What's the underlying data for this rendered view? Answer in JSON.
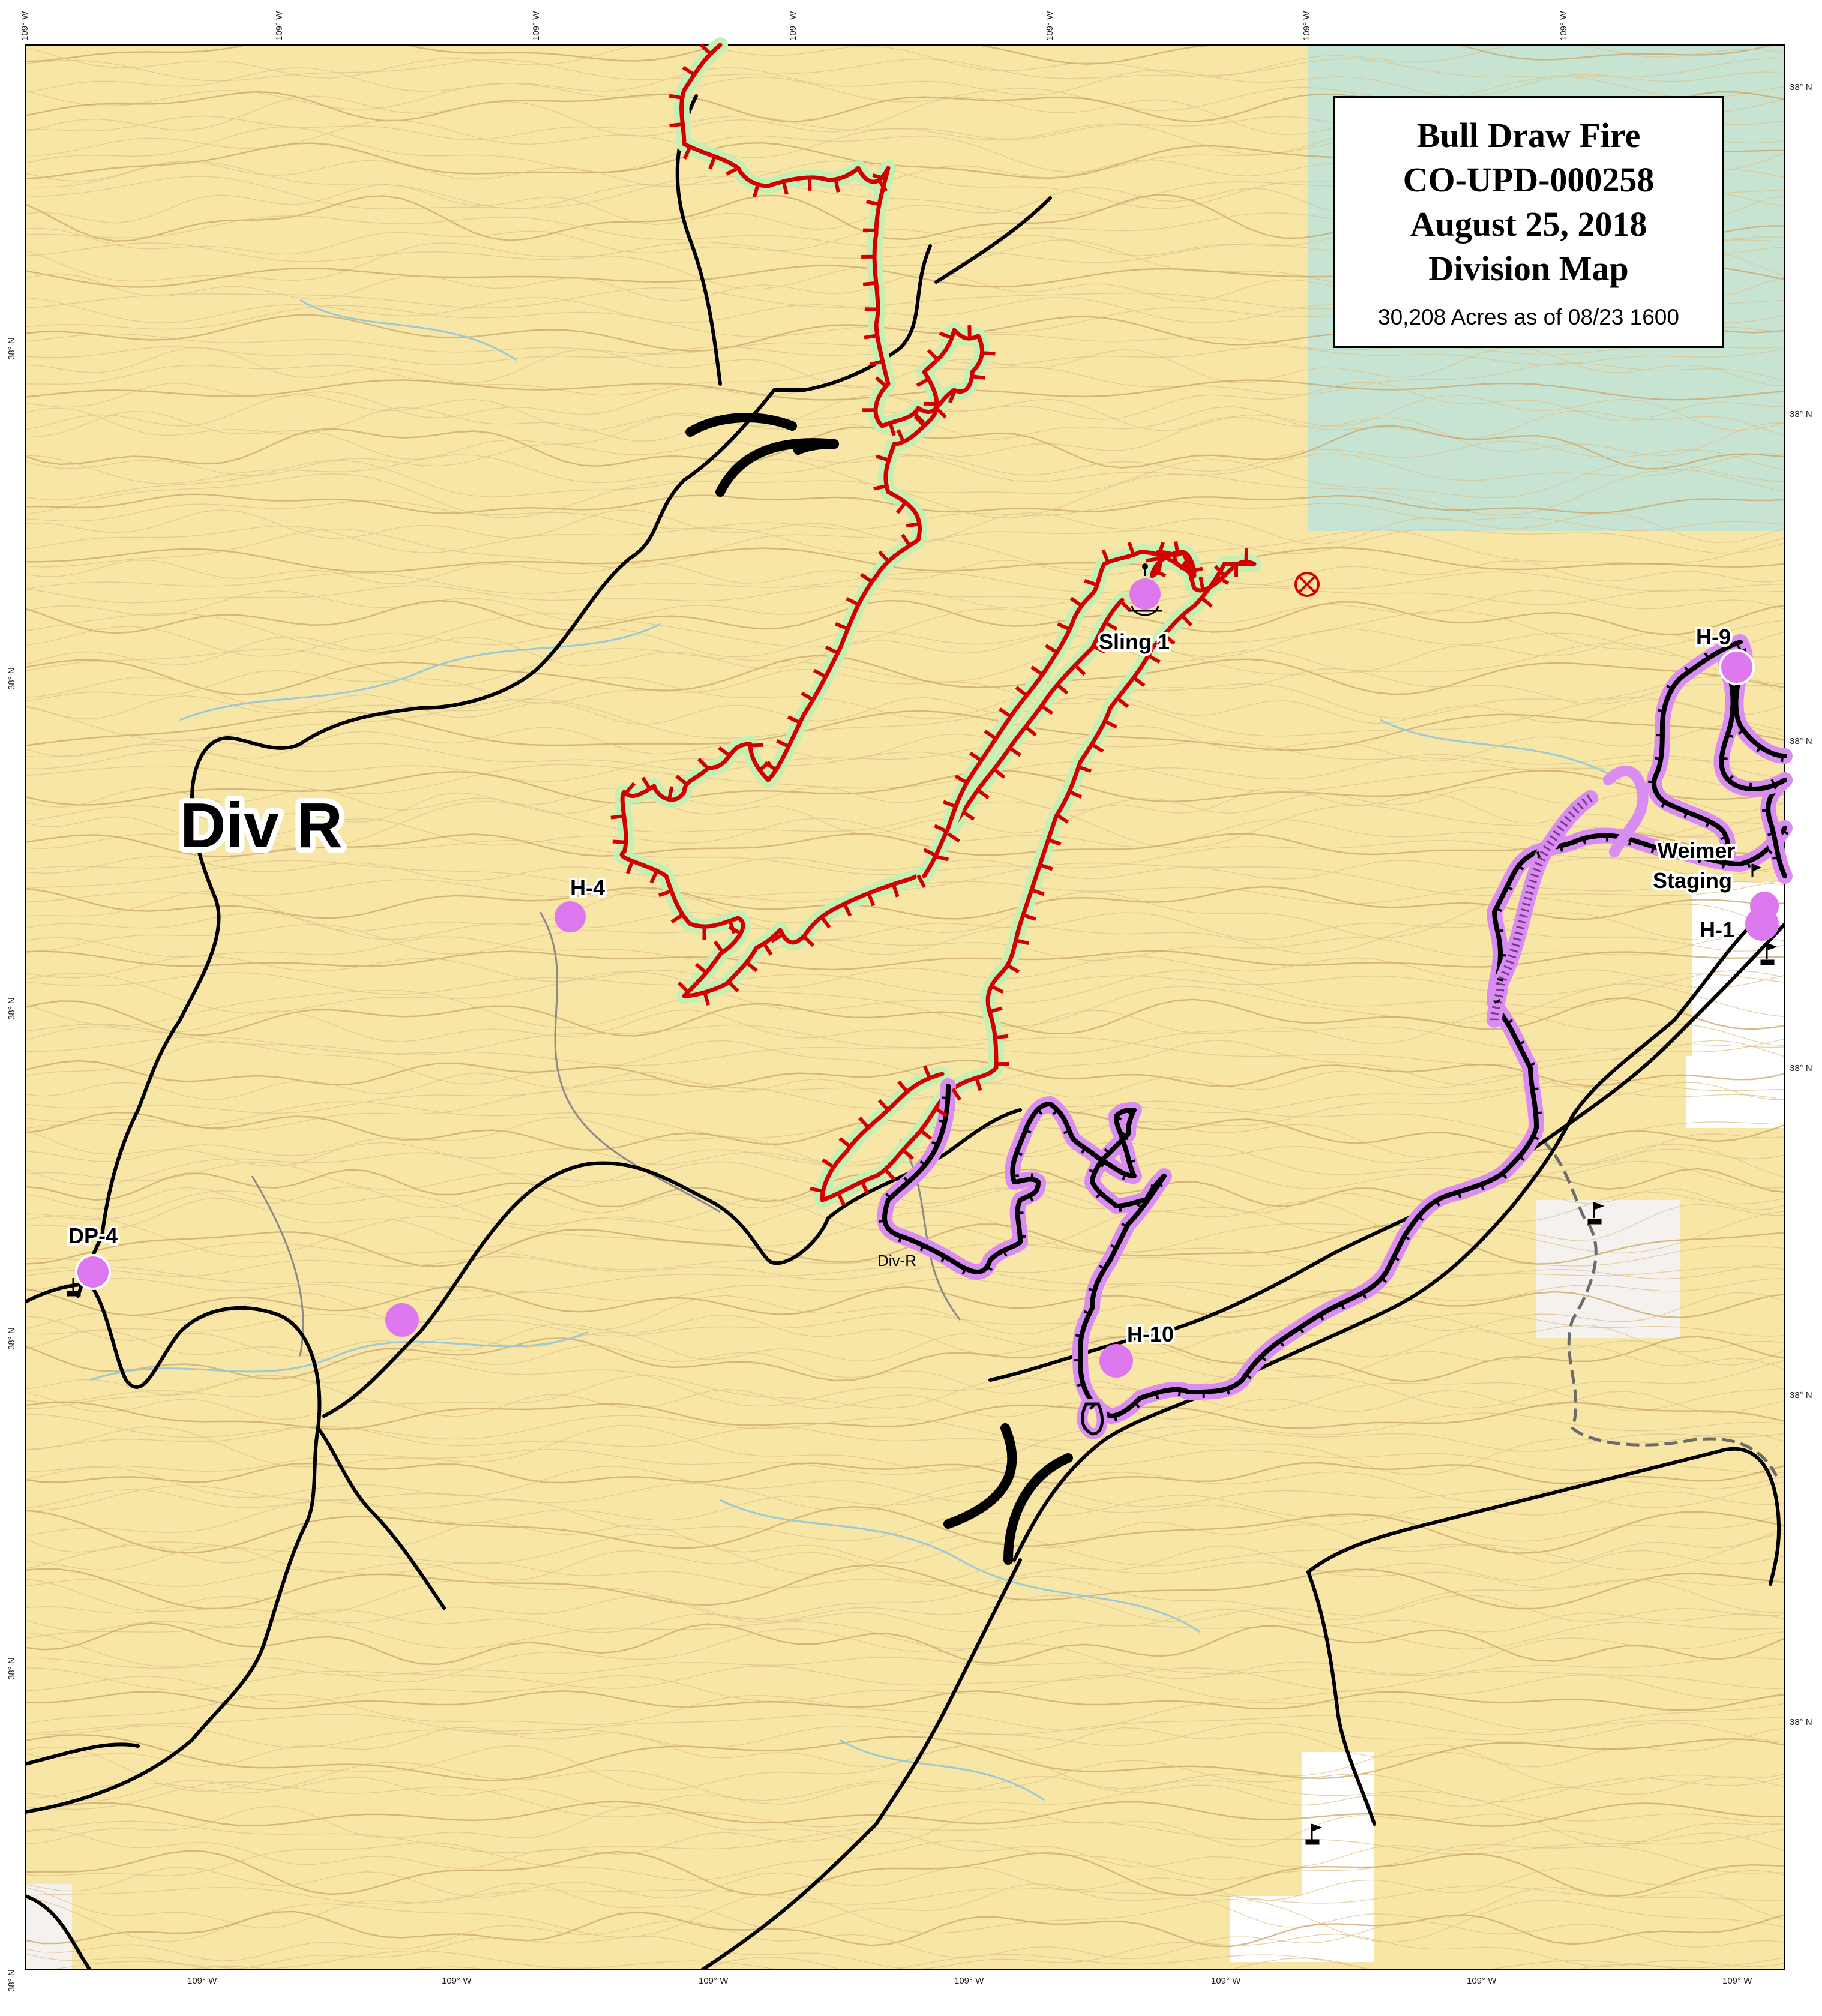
{
  "map": {
    "title_lines": [
      "Bull Draw Fire",
      "CO-UPD-000258",
      "August 25, 2018",
      "Division Map"
    ],
    "acreage": "30,208 Acres as of 08/23 1600",
    "division_label": "Div R",
    "division_break_label": "Div-R",
    "colors": {
      "terrain": "#f7e6a6",
      "contour": "#d9b97c",
      "stream": "#9cc9d8",
      "fire_edge": "#d40000",
      "fire_buffer": "#c6efb4",
      "completed_line": "#000000",
      "completed_halo": "#d98cf2",
      "helispot": "#dd78ee",
      "green_land": "#c7e4d2",
      "white_land": "#ffffff"
    },
    "top_ticks": [
      "109° W",
      "109° W",
      "109° W",
      "109° W",
      "109° W",
      "109° W",
      "109° W"
    ],
    "bottom_ticks": [
      "109° W",
      "109° W",
      "109° W",
      "109° W",
      "109° W",
      "109° W",
      "109° W"
    ],
    "left_ticks": [
      "38° N",
      "38° N",
      "38° N",
      "38° N",
      "38° N",
      "38° N"
    ],
    "right_ticks": [
      "38° N",
      "38° N",
      "38° N",
      "38° N",
      "38° N",
      "38° N"
    ],
    "points": {
      "h4": "H-4",
      "h9": "H-9",
      "h10": "H-10",
      "h1": "H-1",
      "dp4": "DP-4",
      "sling1": "Sling 1",
      "weimer_line1": "Weimer",
      "weimer_line2": "Staging"
    },
    "legend_icons": [
      "helispot-icon",
      "drop-point-icon",
      "sling-icon",
      "closed-area-icon",
      "division-break-icon",
      "staging-flag-icon"
    ]
  }
}
